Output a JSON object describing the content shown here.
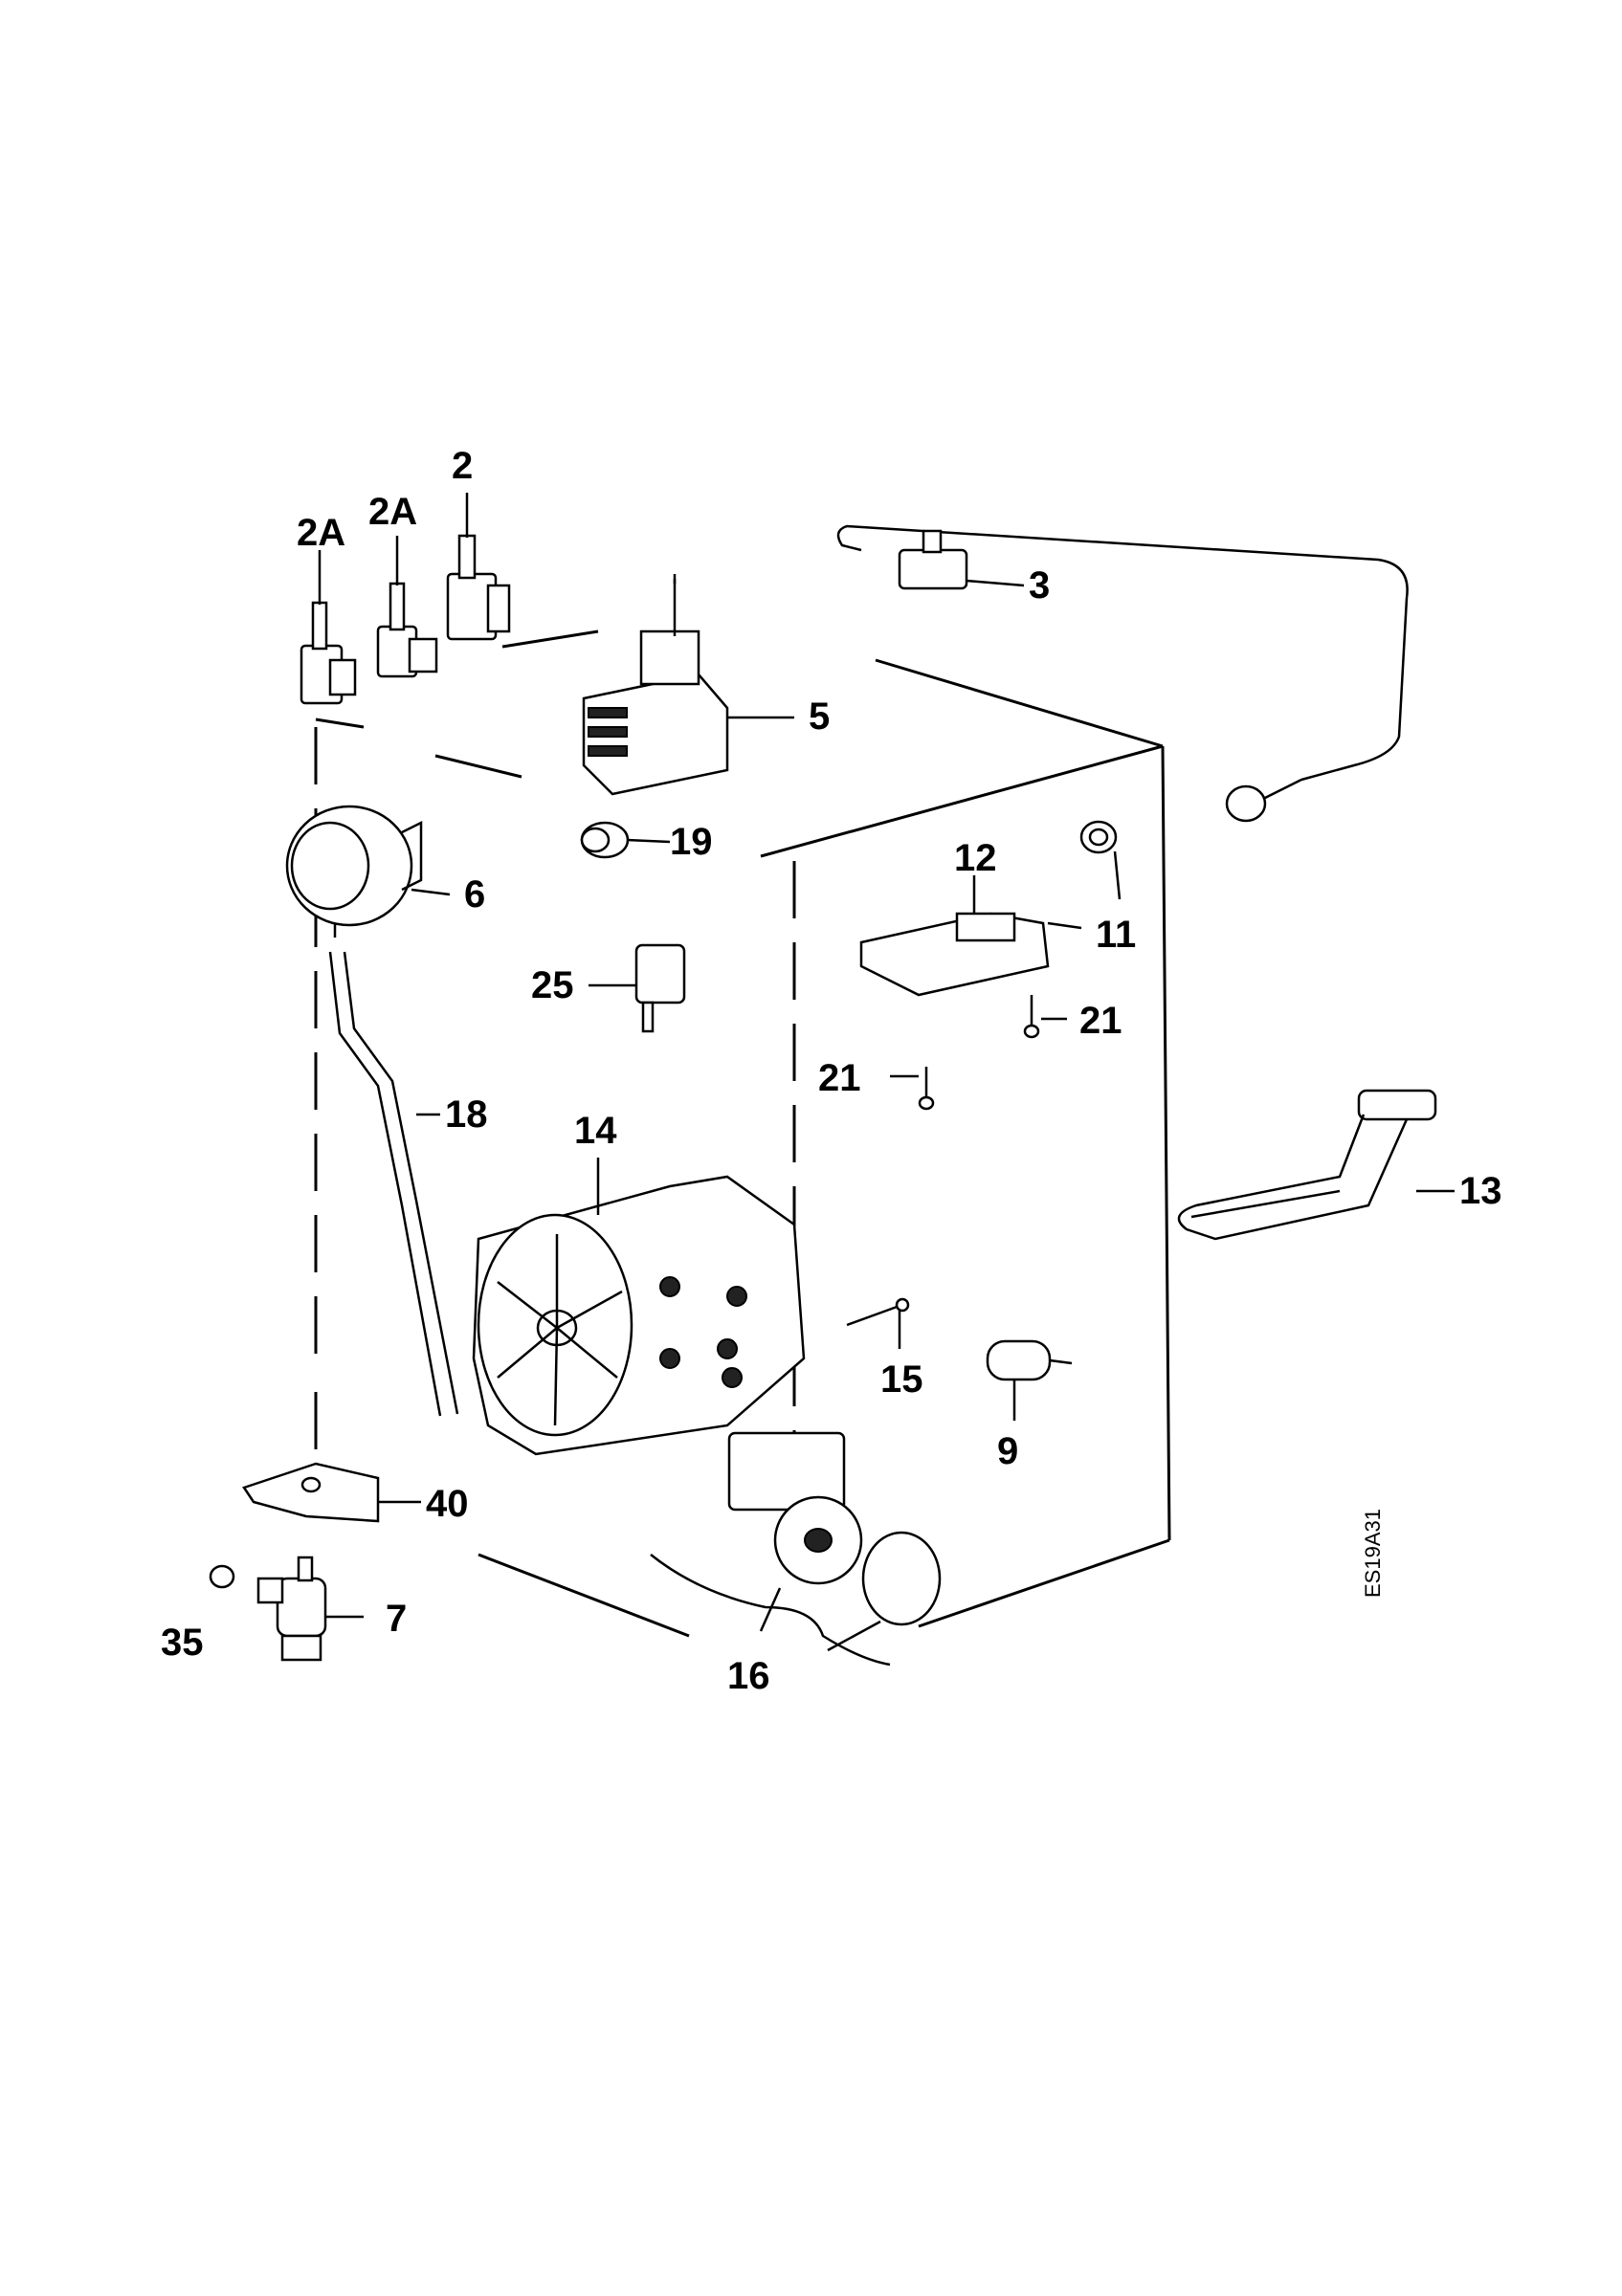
{
  "diagram": {
    "code": "ES19A31",
    "labels": {
      "p2": "2",
      "p2a_left": "2A",
      "p2a_mid": "2A",
      "p3": "3",
      "p5": "5",
      "p6": "6",
      "p19": "19",
      "p12": "12",
      "p11": "11",
      "p25": "25",
      "p21_right": "21",
      "p21_left": "21",
      "p18": "18",
      "p14": "14",
      "p13": "13",
      "p15": "15",
      "p9": "9",
      "p40": "40",
      "p7": "7",
      "p35": "35",
      "p16": "16"
    }
  }
}
